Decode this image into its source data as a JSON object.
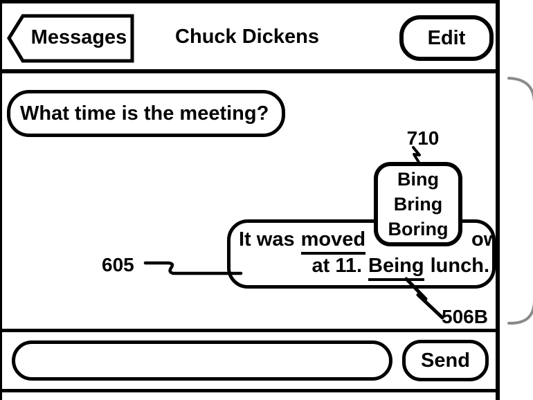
{
  "colors": {
    "ink": "#000000",
    "bracket": "#8a8a8a",
    "bg": "#ffffff"
  },
  "header": {
    "back_label": "Messages",
    "title": "Chuck Dickens",
    "edit_label": "Edit"
  },
  "chat": {
    "incoming_message": "What time is the meeting?",
    "outgoing_message": {
      "line1_start": "It was",
      "line1_underlined": "moved",
      "line1_visible_end": "ow",
      "line2_start": "at 11.",
      "line2_underlined": "Being",
      "line2_end": "lunch."
    }
  },
  "suggestions": {
    "items": [
      "Bing",
      "Bring",
      "Boring"
    ]
  },
  "annotations": {
    "suggestions_ref": "710",
    "message_ref": "605",
    "word_ref": "506B"
  },
  "composer": {
    "input_value": "",
    "send_label": "Send"
  }
}
